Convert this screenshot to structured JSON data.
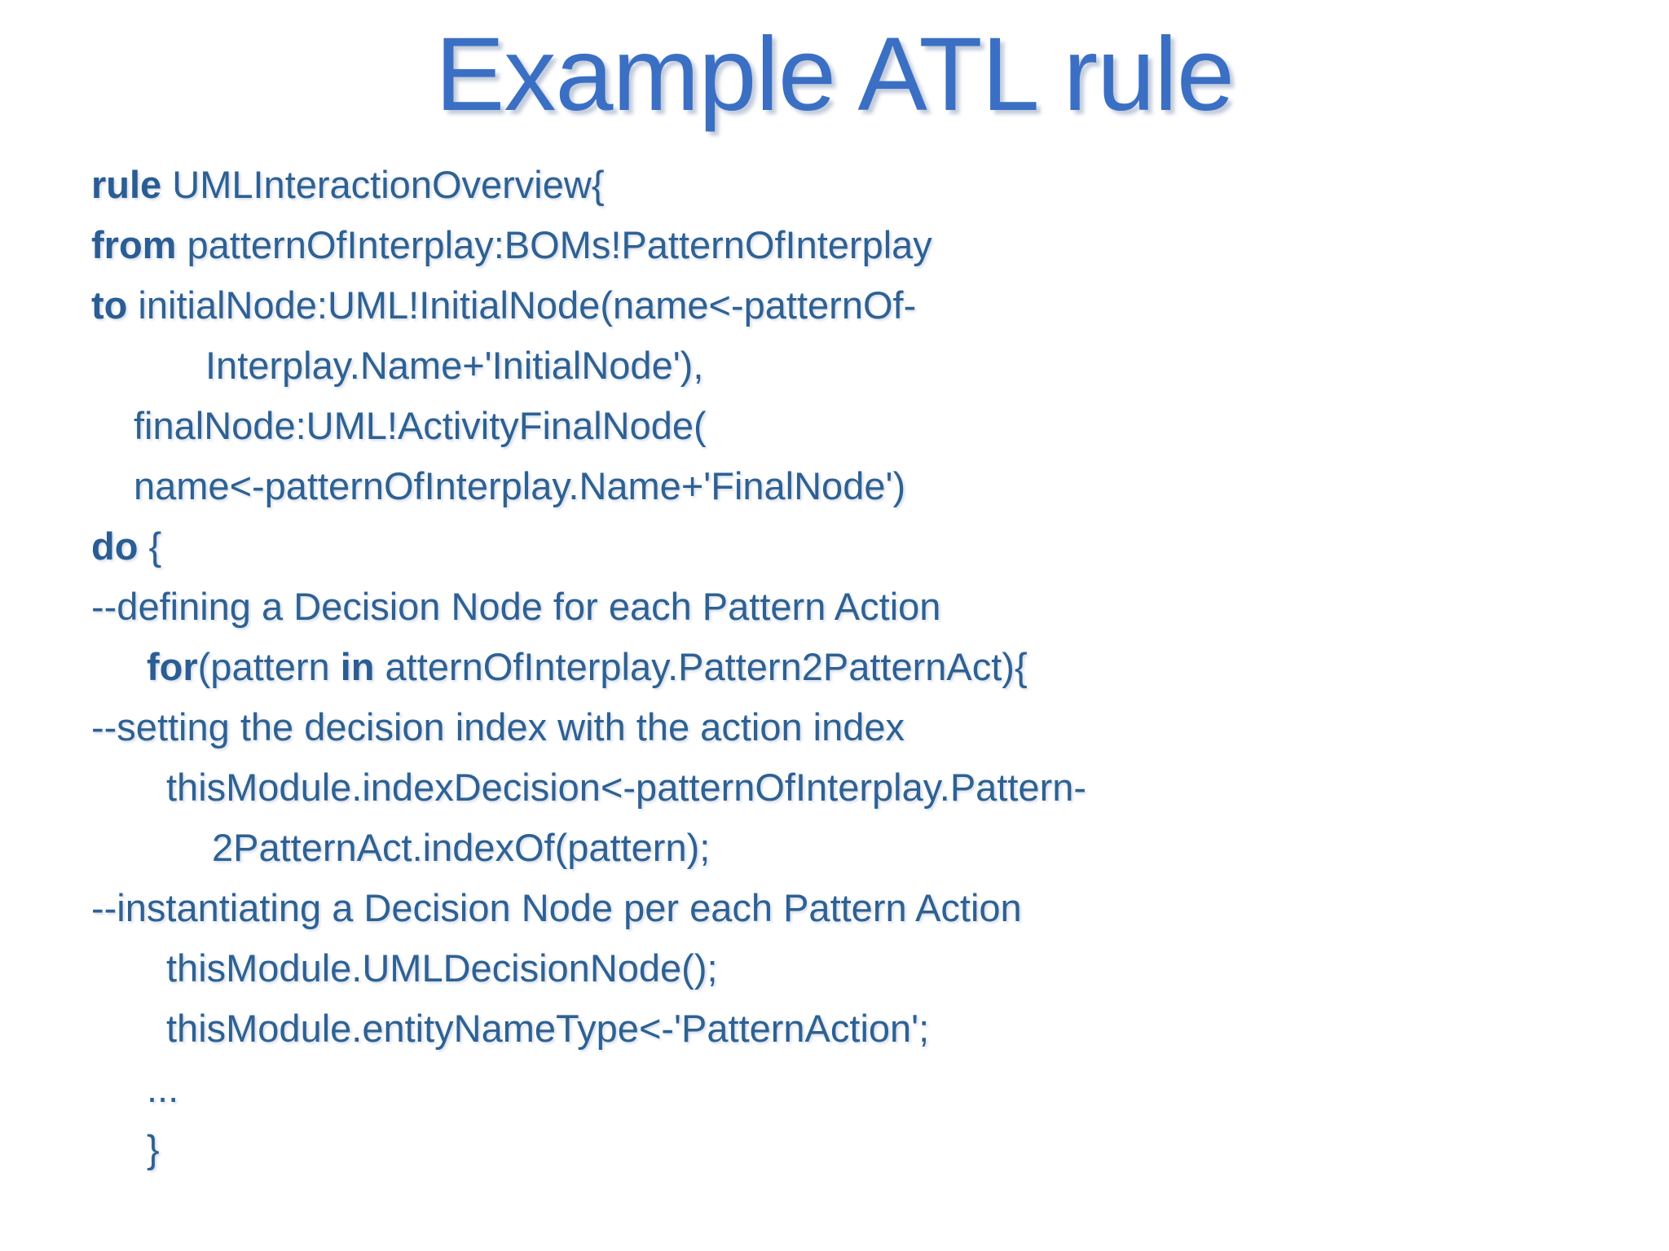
{
  "slide": {
    "title": "Example ATL rule",
    "title_color": "#3a6fc4",
    "body_color": "#2e6193",
    "background_color": "#ffffff",
    "code_lines": [
      {
        "indent": 0,
        "keyword": "rule",
        "rest": " UMLInteractionOverview{"
      },
      {
        "indent": 0,
        "keyword": "from",
        "rest": " patternOfInterplay:BOMs!PatternOfInterplay"
      },
      {
        "indent": 0,
        "keyword": "to",
        "rest": " initialNode:UML!InitialNode(name<-patternOf-"
      },
      {
        "indent": 3,
        "keyword": "",
        "rest": "Interplay.Name+'InitialNode'),"
      },
      {
        "indent": 1,
        "keyword": "",
        "rest": "finalNode:UML!ActivityFinalNode("
      },
      {
        "indent": 1,
        "keyword": "",
        "rest": "name<-patternOfInterplay.Name+'FinalNode')"
      },
      {
        "indent": 0,
        "keyword": "do",
        "rest": " {"
      },
      {
        "indent": 0,
        "keyword": "",
        "rest": "--defining a Decision Node for each Pattern Action"
      },
      {
        "indent": 2,
        "keyword": "for",
        "rest": "(pattern ",
        "keyword2": "in",
        "rest2": " atternOfInterplay.Pattern2PatternAct){"
      },
      {
        "indent": 0,
        "keyword": "",
        "rest": "--setting the decision index with the action index"
      },
      {
        "indent": 4,
        "keyword": "",
        "rest": "thisModule.indexDecision<-patternOfInterplay.Pattern-"
      },
      {
        "indent": 5,
        "keyword": "",
        "rest": "2PatternAct.indexOf(pattern);"
      },
      {
        "indent": 0,
        "keyword": "",
        "rest": "--instantiating a Decision Node per each Pattern Action"
      },
      {
        "indent": 4,
        "keyword": "",
        "rest": "thisModule.UMLDecisionNode();"
      },
      {
        "indent": 4,
        "keyword": "",
        "rest": "thisModule.entityNameType<-'PatternAction';"
      },
      {
        "indent": 2,
        "keyword": "",
        "rest": "..."
      },
      {
        "indent": 2,
        "keyword": "",
        "rest": "}"
      }
    ]
  }
}
